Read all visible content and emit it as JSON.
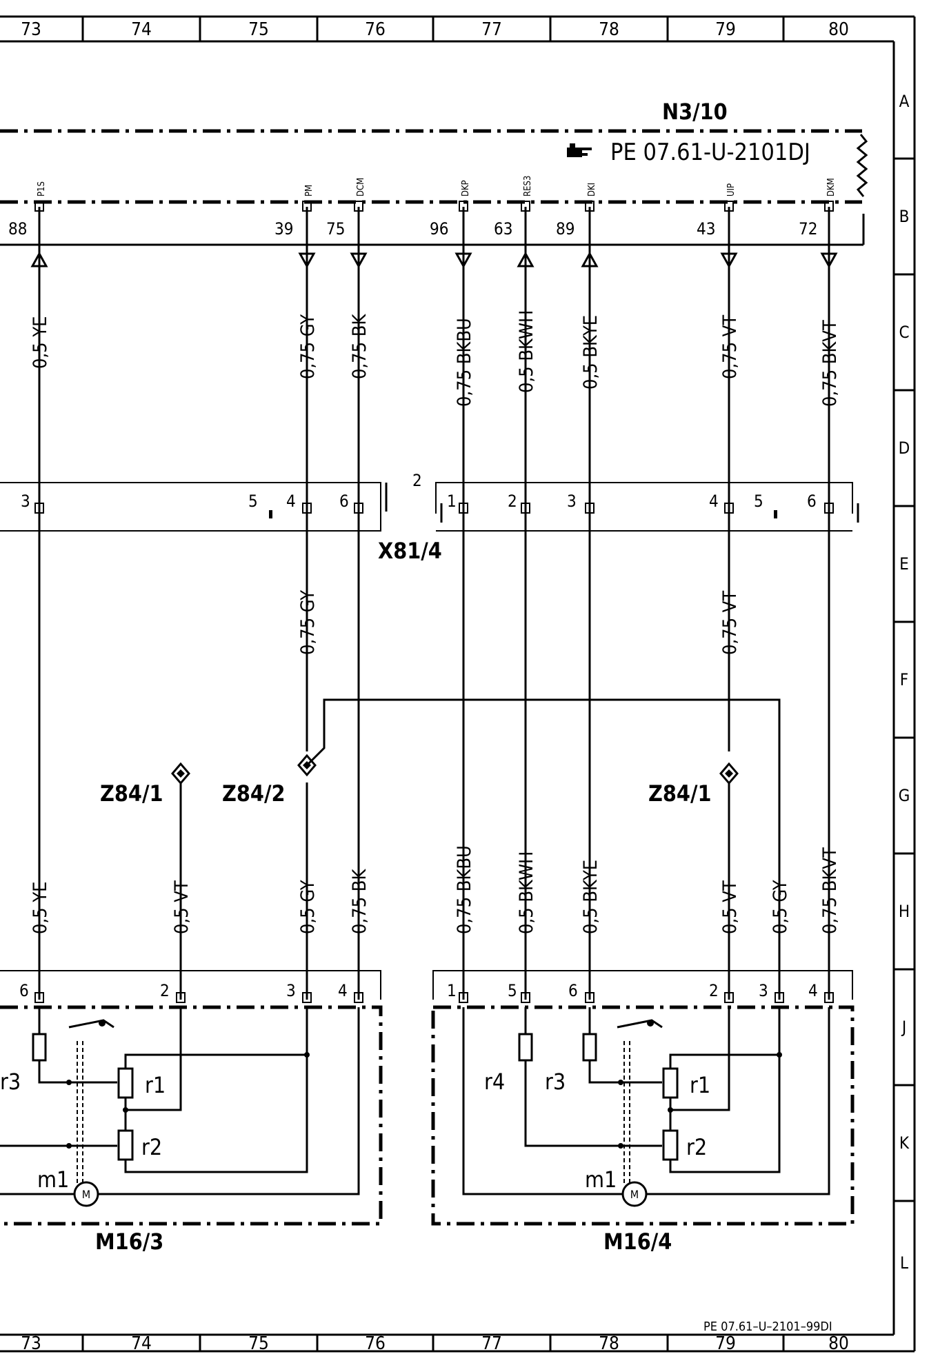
{
  "grid": {
    "columns": [
      "73",
      "74",
      "75",
      "76",
      "77",
      "78",
      "79",
      "80"
    ],
    "rows": [
      "A",
      "B",
      "C",
      "D",
      "E",
      "F",
      "G",
      "H",
      "J",
      "K",
      "L"
    ]
  },
  "header_module": {
    "name": "N3/10",
    "reference": "PE  07.61-U-2101DJ",
    "pins": [
      {
        "num": "88",
        "signal": "P1S"
      },
      {
        "num": "39",
        "signal": "PM"
      },
      {
        "num": "75",
        "signal": "DCM"
      },
      {
        "num": "96",
        "signal": "DKP"
      },
      {
        "num": "63",
        "signal": "RES3"
      },
      {
        "num": "89",
        "signal": "DKI"
      },
      {
        "num": "43",
        "signal": "UIP"
      },
      {
        "num": "72",
        "signal": "DKM"
      }
    ]
  },
  "upper_wires": [
    "0,5  YE",
    "0,75  GY",
    "0,75  BK",
    "0,75  BKBU",
    "0,5  BKWH",
    "0,5  BKYE",
    "0,75  VT",
    "0,75  BKVT"
  ],
  "connector": {
    "name": "X81/4",
    "block2_label": "2",
    "pins_left": [
      "3",
      "5",
      "4",
      "6"
    ],
    "pins_right": [
      "1",
      "2",
      "3",
      "4",
      "5",
      "6"
    ]
  },
  "mid_wires": [
    "0,75  GY",
    "0,75  VT"
  ],
  "ground_points": [
    "Z84/1",
    "Z84/2",
    "Z84/1"
  ],
  "lower_wires": [
    "0,5  YE",
    "0,5  VT",
    "0,5  GY",
    "0,75  BK",
    "0,75  BKBU",
    "0,5  BKWH",
    "0,5  BKYE",
    "0,5  VT",
    "0,5  GY",
    "0,75  BKVT"
  ],
  "motor_left": {
    "name": "M16/3",
    "pins": [
      "6",
      "2",
      "3",
      "4"
    ],
    "components": [
      "r3",
      "r1",
      "r2",
      "m1"
    ],
    "motor_symbol": "M"
  },
  "motor_right": {
    "name": "M16/4",
    "pins": [
      "1",
      "5",
      "6",
      "2",
      "3",
      "4"
    ],
    "components": [
      "r4",
      "r3",
      "r1",
      "r2",
      "m1"
    ],
    "motor_symbol": "M"
  },
  "footer_reference": "PE  07.61–U–2101–99DI"
}
